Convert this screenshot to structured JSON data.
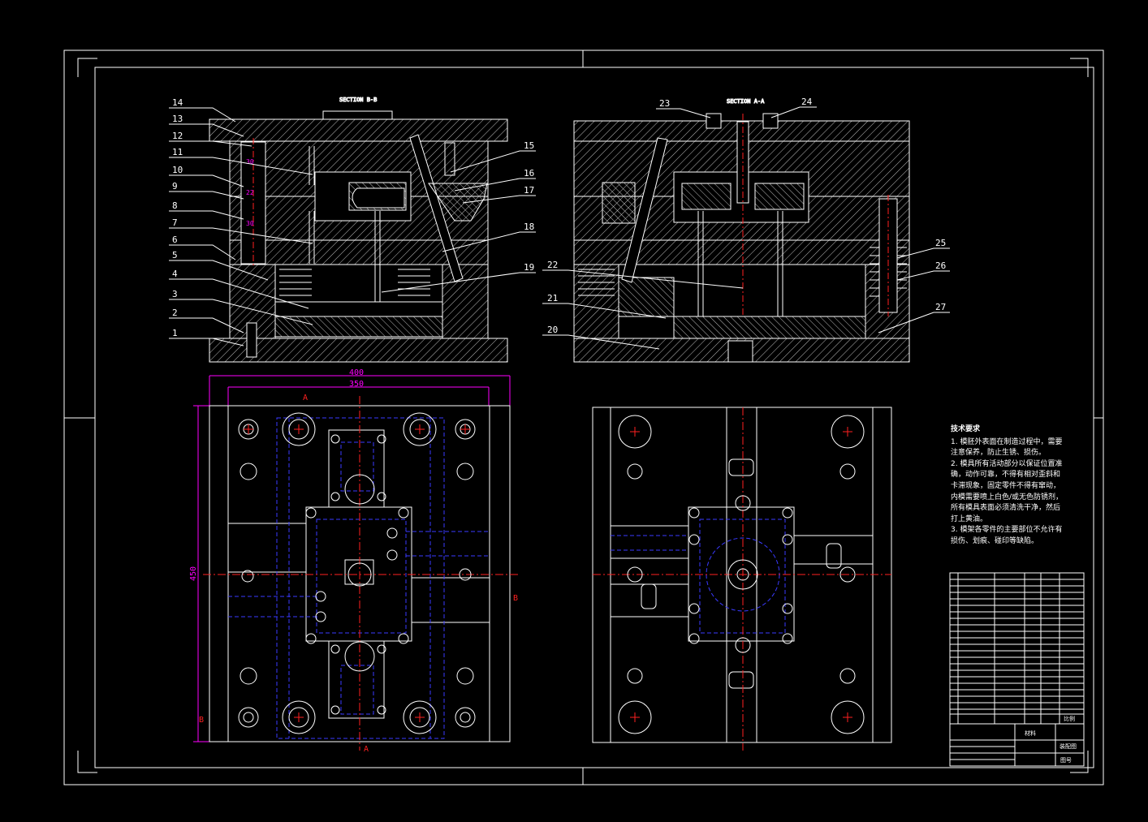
{
  "drawing": {
    "section_bb_title": "SECTION B-B",
    "section_aa_title": "SECTION A-A",
    "part_numbers_left": [
      "14",
      "13",
      "12",
      "11",
      "10",
      "9",
      "8",
      "7",
      "6",
      "5",
      "4",
      "3",
      "2",
      "1"
    ],
    "part_numbers_right_top": [
      "15",
      "16",
      "17",
      "18",
      "19"
    ],
    "part_numbers_aa": [
      "23",
      "24",
      "25",
      "26",
      "27",
      "22",
      "21",
      "20"
    ],
    "dims": {
      "d400": "400",
      "d350": "350",
      "d450": "450",
      "thk_a": "30",
      "thk_b": "22",
      "thk_c": "30"
    },
    "section_marks": [
      "A",
      "A",
      "B",
      "B"
    ]
  },
  "notes": {
    "heading": "技术要求",
    "items": [
      "1. 模胚外表面在制造过程中，需要注意保养，防止生锈、损伤。",
      "2. 模具所有活动部分以保证位置准确，动作可靠，不得有相对歪斜和卡滞现象，固定零件不得有窜动，内模需要喷上白色/或无色防锈剂，所有模具表面必须清洗干净，然后打上黄油。",
      "3. 模架各零件的主要部位不允许有损伤、划痕、碰印等缺陷。"
    ]
  },
  "title_block": {
    "material_label": "材料",
    "scale_label": "比例",
    "drawing_name": "装配图",
    "sheet_label": "图号"
  },
  "colors": {
    "background": "#000000",
    "line": "#ffffff",
    "center": "#ff2020",
    "hidden": "#3a3aff",
    "dimension": "#ff00ff",
    "plate": "#d7d7d7"
  }
}
